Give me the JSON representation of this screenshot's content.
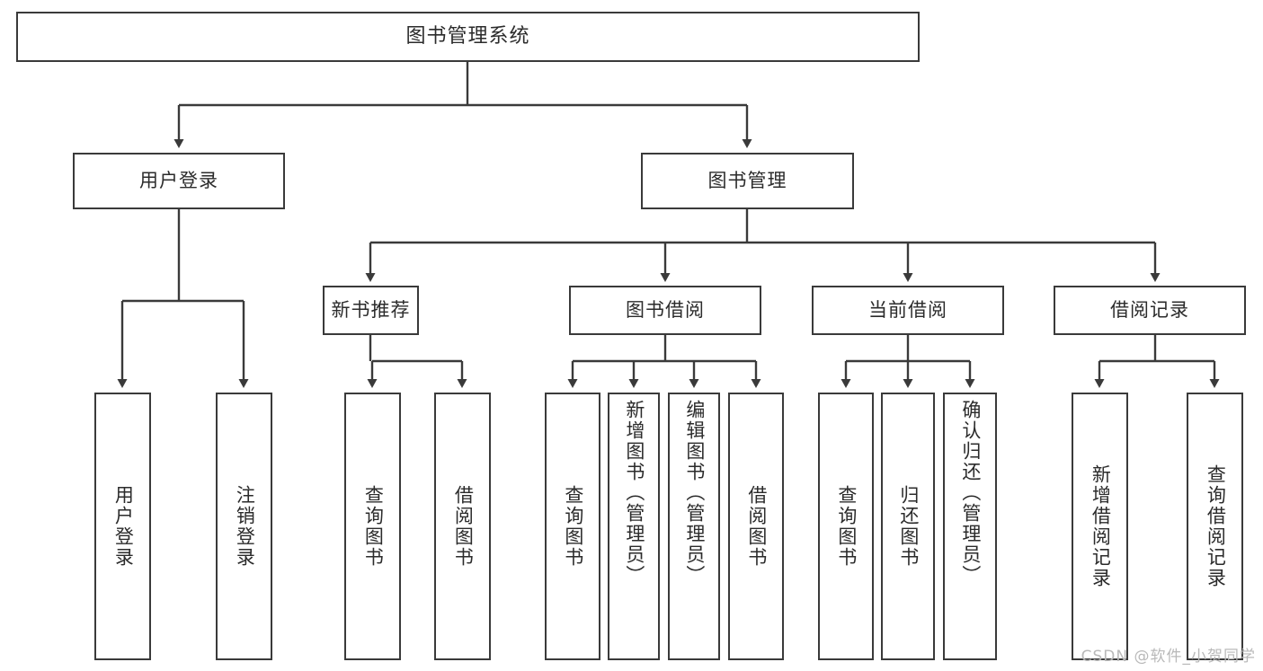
{
  "diagram": {
    "title": "图书管理系统",
    "type": "tree",
    "colors": {
      "background": "#ffffff",
      "box_fill": "#ffffff",
      "box_border": "#3a3a3a",
      "text": "#2b2b2b",
      "edge": "#3a3a3a",
      "watermark": "#b9b9b9"
    },
    "watermark": "CSDN @软件_小贺同学",
    "levels": {
      "root": {
        "label": "图书管理系统"
      },
      "level1": [
        {
          "label": "用户登录"
        },
        {
          "label": "图书管理"
        }
      ],
      "level2": [
        {
          "label": "新书推荐"
        },
        {
          "label": "图书借阅"
        },
        {
          "label": "当前借阅"
        },
        {
          "label": "借阅记录"
        }
      ]
    },
    "leaves": {
      "user_login": [
        {
          "label": "用户登录"
        },
        {
          "label": "注销登录"
        }
      ],
      "new_book_recommend": [
        {
          "label": "查询图书"
        },
        {
          "label": "借阅图书"
        }
      ],
      "book_borrow": [
        {
          "label": "查询图书"
        },
        {
          "label": "新增图书（管理员）"
        },
        {
          "label": "编辑图书（管理员）"
        },
        {
          "label": "借阅图书"
        }
      ],
      "current_borrow": [
        {
          "label": "查询图书"
        },
        {
          "label": "归还图书"
        },
        {
          "label": "确认归还（管理员）"
        }
      ],
      "borrow_record": [
        {
          "label": "新增借阅记录"
        },
        {
          "label": "查询借阅记录"
        }
      ]
    }
  }
}
